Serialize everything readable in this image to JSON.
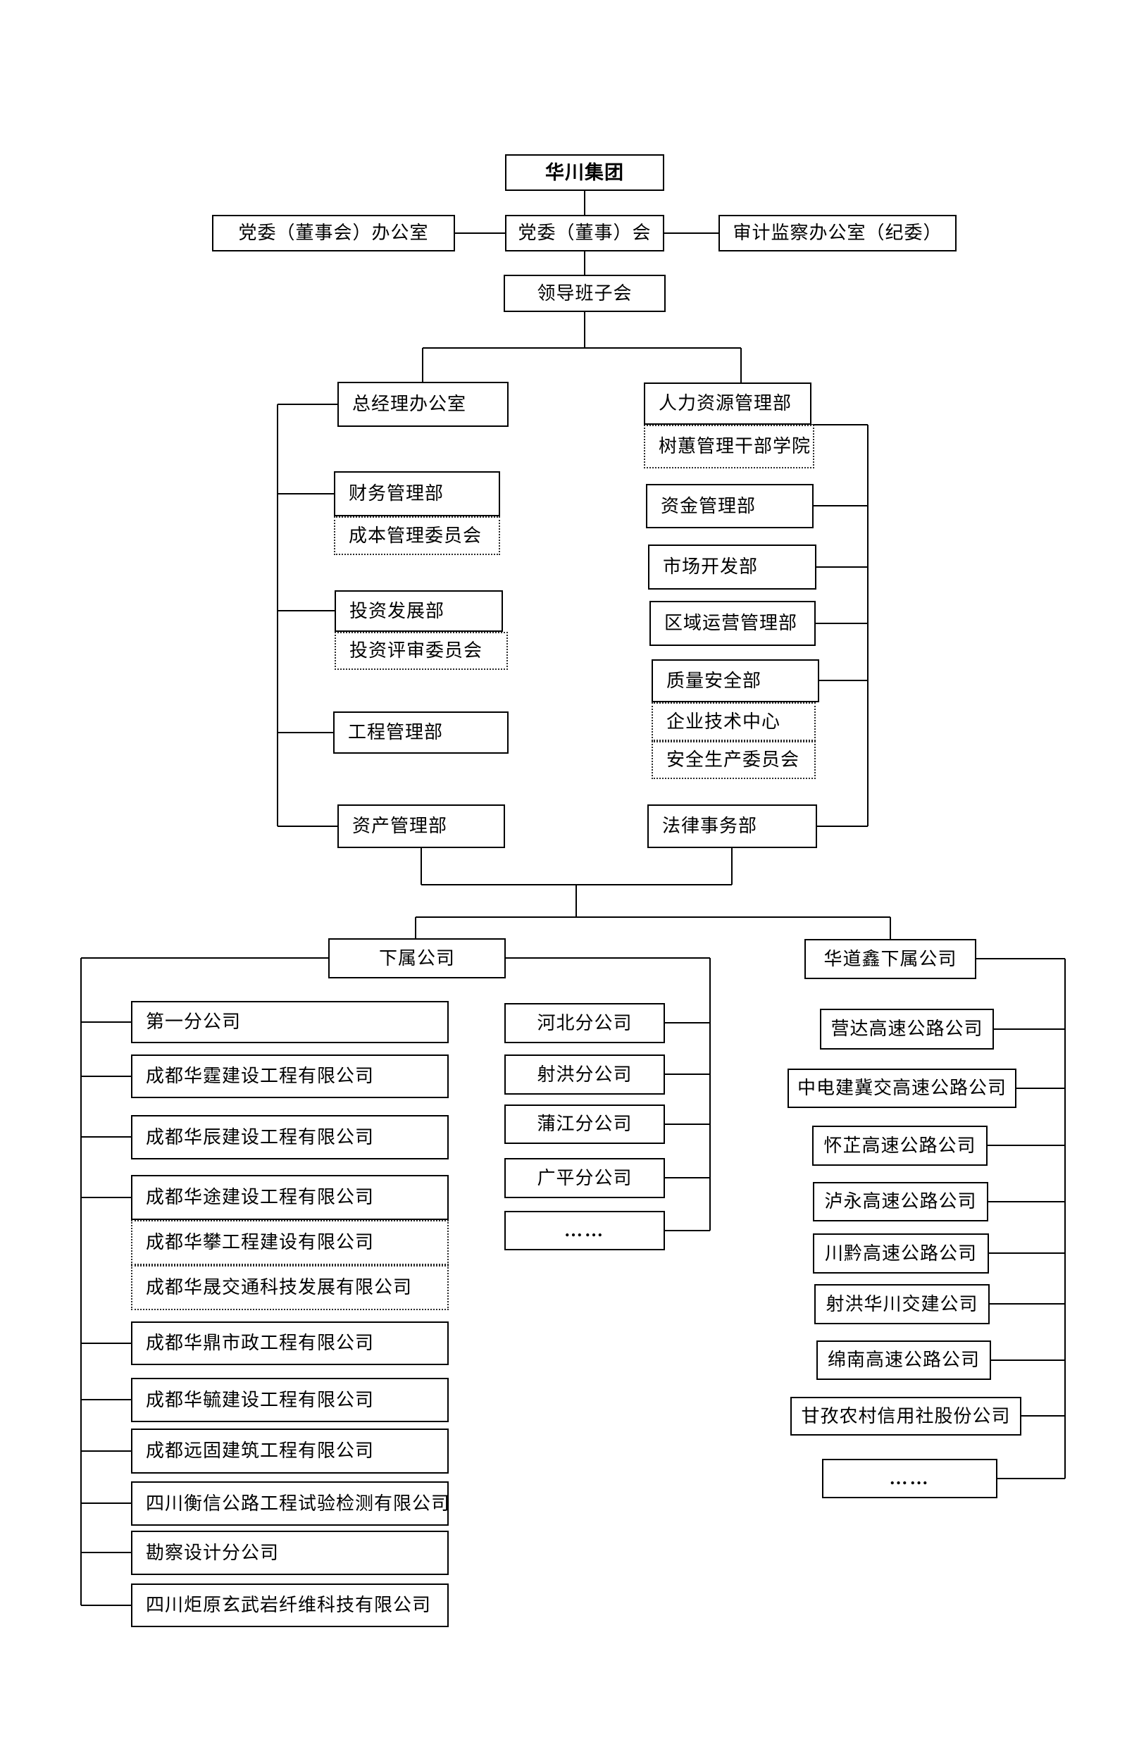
{
  "colors": {
    "line": "#000000",
    "background": "#ffffff"
  },
  "org": {
    "root": "华川集团",
    "governance": {
      "party_office": "党委（董事会）办公室",
      "party_committee": "党委（董事）会",
      "audit_office": "审计监察办公室（纪委）",
      "leadership_meeting": "领导班子会"
    },
    "hq": {
      "left": {
        "gm_office": "总经理办公室",
        "finance": "财务管理部",
        "cost_committee": "成本管理委员会",
        "investment": "投资发展部",
        "investment_review": "投资评审委员会",
        "engineering": "工程管理部",
        "assets": "资产管理部"
      },
      "right": {
        "hr": "人力资源管理部",
        "shuhui_school": "树蕙管理干部学院",
        "funds": "资金管理部",
        "market": "市场开发部",
        "regional_ops": "区域运营管理部",
        "quality_safety": "质量安全部",
        "tech_center": "企业技术中心",
        "safety_committee": "安全生产委员会",
        "legal": "法律事务部"
      }
    },
    "subsidiaries": {
      "header": "下属公司",
      "construction": [
        "第一分公司",
        "成都华霆建设工程有限公司",
        "成都华辰建设工程有限公司",
        "成都华途建设工程有限公司",
        "成都华攀工程建设有限公司",
        "成都华晟交通科技发展有限公司",
        "成都华鼎市政工程有限公司",
        "成都华毓建设工程有限公司",
        "成都远固建筑工程有限公司",
        "四川衡信公路工程试验检测有限公司",
        "勘察设计分公司",
        "四川炬原玄武岩纤维科技有限公司"
      ],
      "branches": [
        "河北分公司",
        "射洪分公司",
        "蒲江分公司",
        "广平分公司",
        "……"
      ]
    },
    "huadaoxin": {
      "header": "华道鑫下属公司",
      "companies": [
        "营达高速公路公司",
        "中电建冀交高速公路公司",
        "怀芷高速公路公司",
        "泸永高速公路公司",
        "川黔高速公路公司",
        "射洪华川交建公司",
        "绵南高速公路公司",
        "甘孜农村信用社股份公司",
        "……"
      ]
    }
  }
}
